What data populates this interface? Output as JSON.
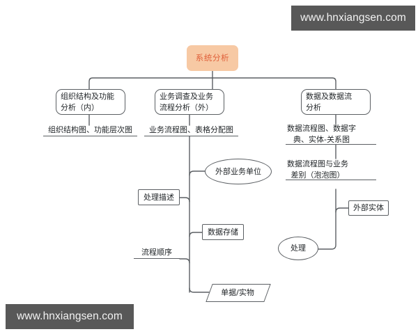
{
  "diagram": {
    "title": "系统分析",
    "root": {
      "label": "系统分析",
      "fill": "#f7c9a4",
      "text_color": "#e0603a"
    },
    "branches": [
      {
        "id": "org",
        "label": "组织结构及功能\n分析（内）",
        "detail": "组织结构图、功能层次图"
      },
      {
        "id": "biz",
        "label": "业务调查及业务\n流程分析（外）",
        "detail": "业务流程图、表格分配图"
      },
      {
        "id": "data",
        "label": "数据及数据流\n分析",
        "detail": "数据流程图、数据字\n典、实体-关系图"
      }
    ],
    "biz_children": [
      {
        "id": "ext-unit",
        "label": "外部业务单位",
        "shape": "ellipse"
      },
      {
        "id": "proc-desc",
        "label": "处理描述",
        "shape": "rect"
      },
      {
        "id": "data-store",
        "label": "数据存储",
        "shape": "rect"
      },
      {
        "id": "flow-order",
        "label": "流程顺序",
        "shape": "underline"
      },
      {
        "id": "doc-object",
        "label": "单据/实物",
        "shape": "parallelogram"
      }
    ],
    "data_children": [
      {
        "id": "dfd-diff",
        "label": "数据流程图与业务\n差别（泡泡图）",
        "shape": "underline"
      },
      {
        "id": "ext-entity",
        "label": "外部实体",
        "shape": "rect"
      },
      {
        "id": "process",
        "label": "处理",
        "shape": "ellipse"
      }
    ],
    "line_color": "#5b5f63"
  },
  "watermarks": {
    "top_right": "www.hnxiangsen.com",
    "bottom_left": "www.hnxiangsen.com"
  }
}
